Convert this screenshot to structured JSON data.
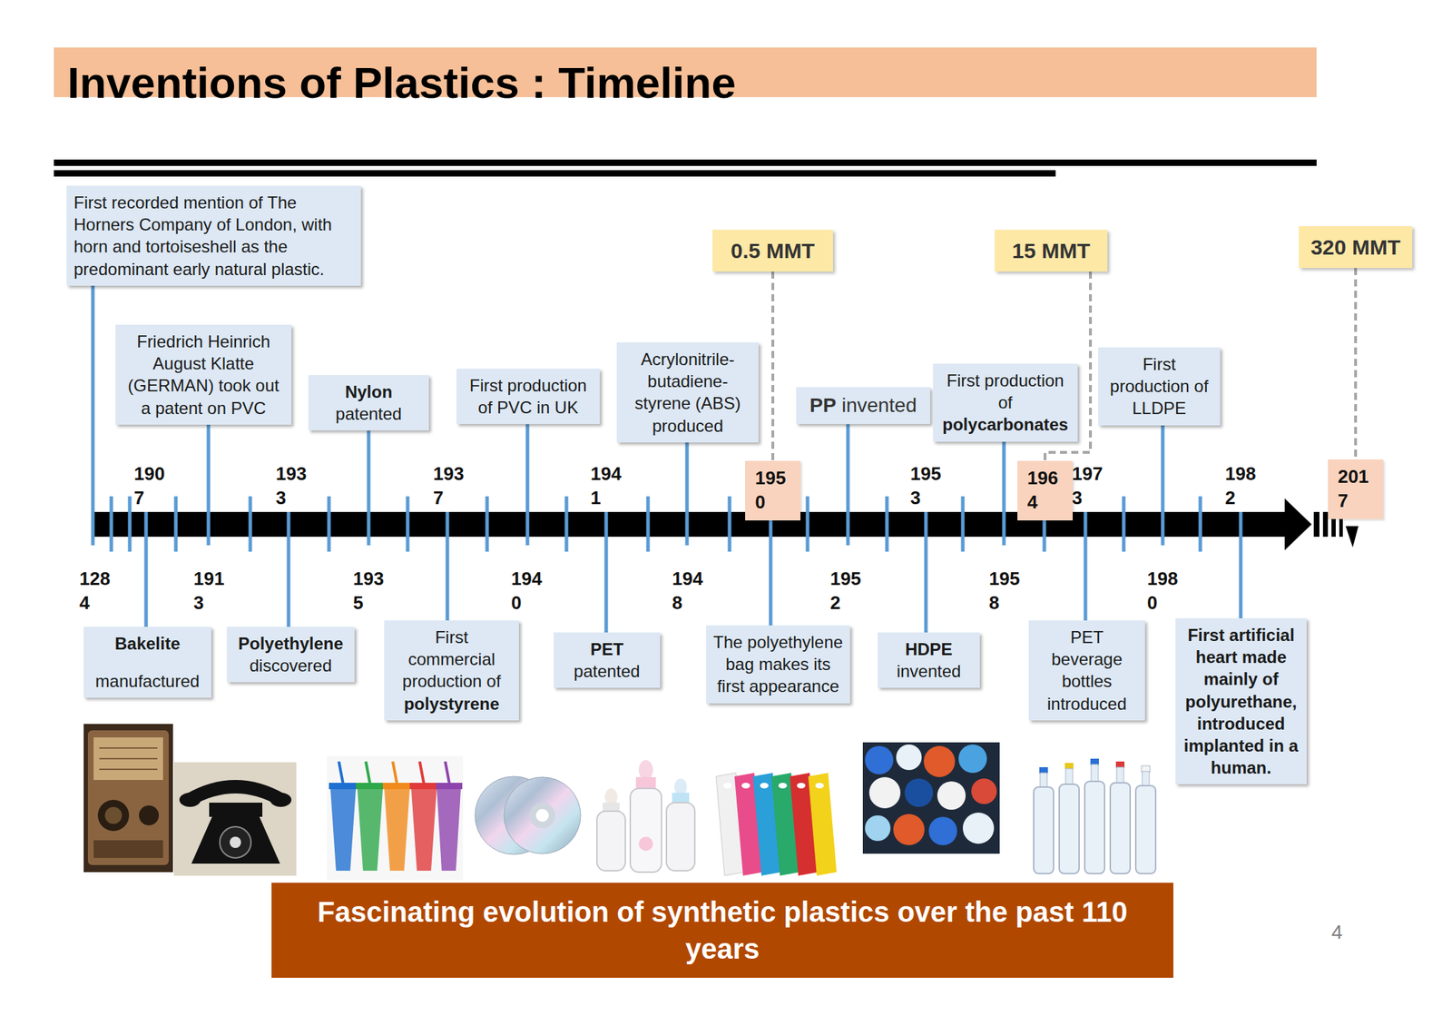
{
  "diagram": {
    "title": "Inventions of Plastics : Timeline",
    "caption": "Fascinating evolution of synthetic plastics over the past 110 years",
    "nodes": [
      {
        "text": [
          "First recorded mention of The Horners Company of London, with horn and tortoiseshell as the predominant early natural plastic."
        ]
      },
      {
        "text": [
          "Friedrich Heinrich August Klatte (GERMAN) took out a patent on PVC"
        ]
      },
      {
        "text": [
          "Nylon",
          "patented"
        ]
      },
      {
        "text": [
          "First production of PVC in UK"
        ]
      },
      {
        "text": [
          "Acrylonitrile-butadiene-styrene (ABS) produced"
        ]
      },
      {
        "text": [
          "0.5 MMT"
        ]
      },
      {
        "text": [
          "PP",
          "invented"
        ]
      },
      {
        "text": [
          "15 MMT"
        ]
      },
      {
        "text": [
          "First production of",
          "polycarbonates"
        ]
      },
      {
        "text": [
          "First production of LLDPE"
        ]
      },
      {
        "text": [
          "320 MMT"
        ]
      },
      {
        "text": [
          "1950"
        ]
      },
      {
        "text": [
          "1964"
        ]
      },
      {
        "text": [
          "2017"
        ]
      },
      {
        "text": [
          "Bakelite",
          "manufactured"
        ]
      },
      {
        "text": [
          "Polyethylene",
          "discovered"
        ]
      },
      {
        "text": [
          "First commercial production of",
          "polystyrene"
        ]
      },
      {
        "text": [
          "PET",
          "patented"
        ]
      },
      {
        "text": [
          "The polyethylene bag makes its first appearance"
        ]
      },
      {
        "text": [
          "HDPE",
          "invented"
        ]
      },
      {
        "text": [
          "PET beverage bottles introduced"
        ]
      },
      {
        "text": [
          "First artificial heart made mainly of polyurethane, introduced implanted in a human."
        ]
      }
    ],
    "edges": [
      {
        "from": 5,
        "to": 11,
        "arrow": "none"
      },
      {
        "from": 7,
        "to": 12,
        "arrow": "none"
      },
      {
        "from": 10,
        "to": 13,
        "arrow": "none"
      }
    ],
    "labels": [
      "1284",
      "1907",
      "1913",
      "1933",
      "1935",
      "1937",
      "1940",
      "1941",
      "1948",
      "1952",
      "1953",
      "1958",
      "1973",
      "1980",
      "1982",
      "4"
    ]
  }
}
